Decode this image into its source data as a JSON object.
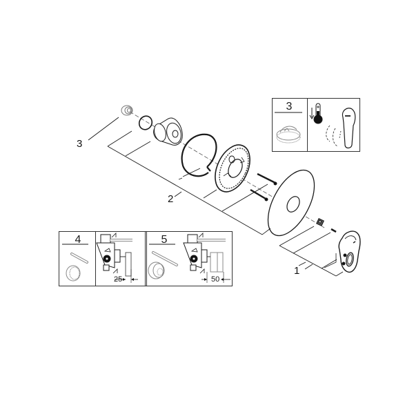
{
  "diagram": {
    "type": "exploded-parts-view",
    "subject": "Single-lever shower valve trim set",
    "callouts": [
      {
        "id": "callout-1",
        "label": "1",
        "part": "lever handle with screws and adapter"
      },
      {
        "id": "callout-2",
        "label": "2",
        "part": "escutcheon plate, mounting plate, retaining ring and sleeve"
      },
      {
        "id": "callout-3",
        "label": "3",
        "part": "temperature limit stop"
      }
    ],
    "detail_boxes": [
      {
        "id": "box-3",
        "number": "3",
        "panels": [
          "temperature-limit-stop",
          "thermometer-with-down-arrow-and-lever-rotation"
        ]
      },
      {
        "id": "box-4",
        "number": "4",
        "panels": [
          "extension-rod-and-adapter",
          "valve-side-view"
        ],
        "dimension": "25"
      },
      {
        "id": "box-5",
        "number": "5",
        "panels": [
          "extension-rod-and-adapter",
          "valve-side-view"
        ],
        "dimension": "50"
      }
    ],
    "colors": {
      "line": "#1a1a1a",
      "light_line": "#888888",
      "background": "#ffffff",
      "thermometer": "#111111"
    }
  }
}
